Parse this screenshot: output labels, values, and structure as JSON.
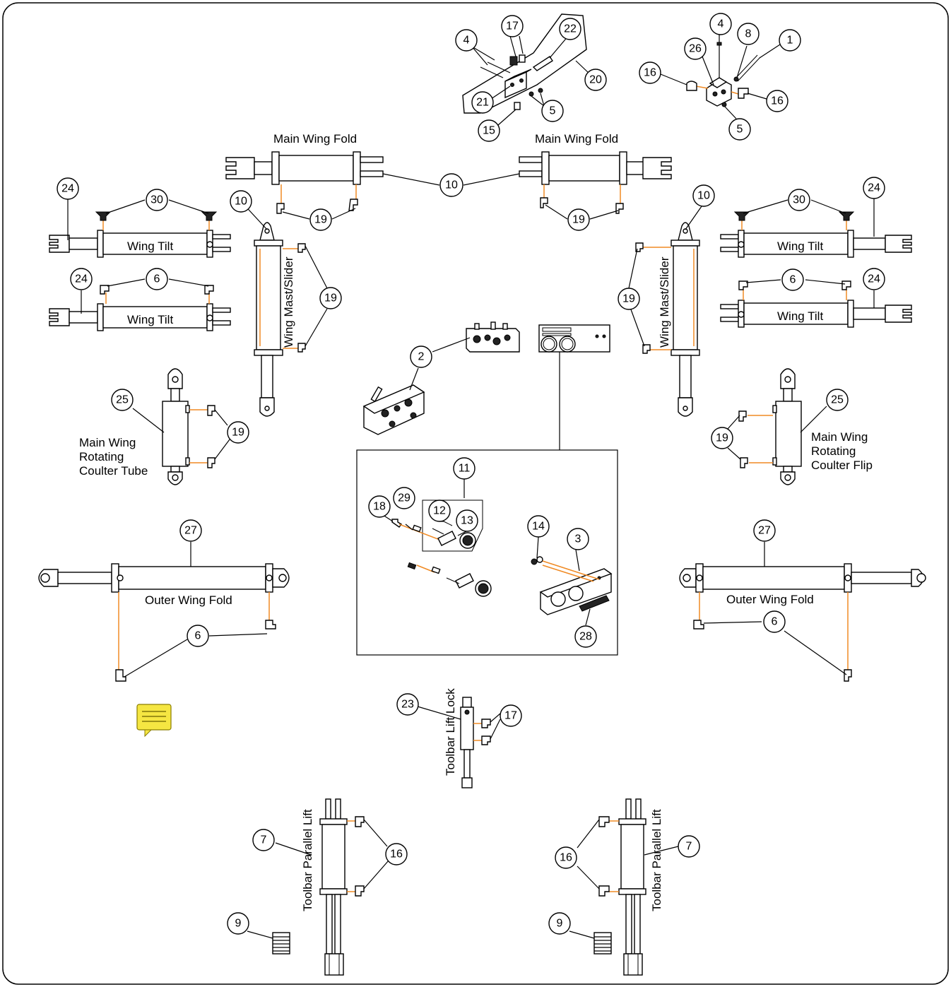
{
  "labels": {
    "main_wing_fold_left": "Main Wing Fold",
    "main_wing_fold_right": "Main Wing Fold",
    "wing_tilt_ul": "Wing Tilt",
    "wing_tilt_ll": "Wing Tilt",
    "wing_tilt_ur": "Wing Tilt",
    "wing_tilt_lr": "Wing Tilt",
    "wing_mast_left": "Wing Mast/Slider",
    "wing_mast_right": "Wing Mast/Slider",
    "rotating_left_1": "Main Wing",
    "rotating_left_2": "Rotating",
    "rotating_left_3": "Coulter Tube",
    "rotating_right_1": "Main Wing",
    "rotating_right_2": "Rotating",
    "rotating_right_3": "Coulter Flip",
    "outer_fold_left": "Outer Wing Fold",
    "outer_fold_right": "Outer Wing Fold",
    "toolbar_lift_lock": "Toolbar Lift Lock",
    "toolbar_parallel_left": "Toolbar Parallel Lift",
    "toolbar_parallel_right": "Toolbar Parallel Lift"
  },
  "callouts": {
    "c1": "1",
    "c2": "2",
    "c3": "3",
    "c4a": "4",
    "c4b": "4",
    "c5a": "5",
    "c5b": "5",
    "c6a": "6",
    "c6b": "6",
    "c6c": "6",
    "c6d": "6",
    "c7a": "7",
    "c7b": "7",
    "c8": "8",
    "c9a": "9",
    "c9b": "9",
    "c10a": "10",
    "c10b": "10",
    "c10c": "10",
    "c11": "11",
    "c12": "12",
    "c13": "13",
    "c14": "14",
    "c15": "15",
    "c16a": "16",
    "c16b": "16",
    "c16c": "16",
    "c16d": "16",
    "c17a": "17",
    "c17b": "17",
    "c18": "18",
    "c19a": "19",
    "c19b": "19",
    "c19c": "19",
    "c19d": "19",
    "c19e": "19",
    "c19f": "19",
    "c20": "20",
    "c21": "21",
    "c22": "22",
    "c23": "23",
    "c24a": "24",
    "c24b": "24",
    "c24c": "24",
    "c24d": "24",
    "c25a": "25",
    "c25b": "25",
    "c26": "26",
    "c27a": "27",
    "c27b": "27",
    "c28": "28",
    "c29": "29",
    "c30a": "30",
    "c30b": "30"
  },
  "colors": {
    "hose": "#f08a24",
    "note": "#f5e642"
  },
  "icons": {
    "note": "comment-note-icon"
  }
}
